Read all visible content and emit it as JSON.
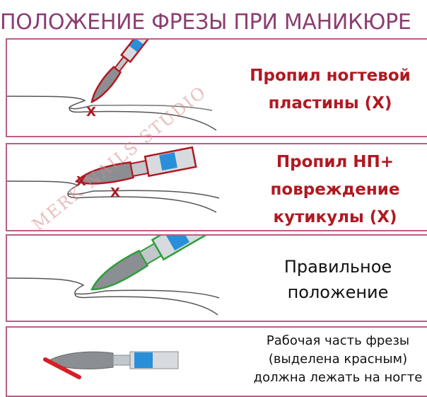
{
  "title": "ПОЛОЖЕНИЕ ФРЕЗЫ ПРИ МАНИКЮРЕ",
  "panels": [
    {
      "lines": [
        "Пропил ногтевой",
        "пластины (X)"
      ],
      "marks": [
        "X"
      ]
    },
    {
      "lines": [
        "Пропил НП+",
        "повреждение",
        "кутикулы (X)"
      ],
      "marks": [
        "X",
        "X"
      ]
    },
    {
      "lines": [
        "Правильное",
        "положение"
      ],
      "marks": []
    },
    {
      "lines": [
        "Рабочая часть фрезы",
        "(выделена красным)",
        "должна лежать на ногте"
      ],
      "marks": []
    }
  ],
  "watermark": "MERK NAILS STUDIO",
  "colors": {
    "title": "#8c3d71",
    "border": "#b95e85",
    "wrong": "#b01922",
    "correct": "#2e9e3a",
    "accent_blue": "#2a8fd8",
    "bit_gray": "#7b8288"
  }
}
